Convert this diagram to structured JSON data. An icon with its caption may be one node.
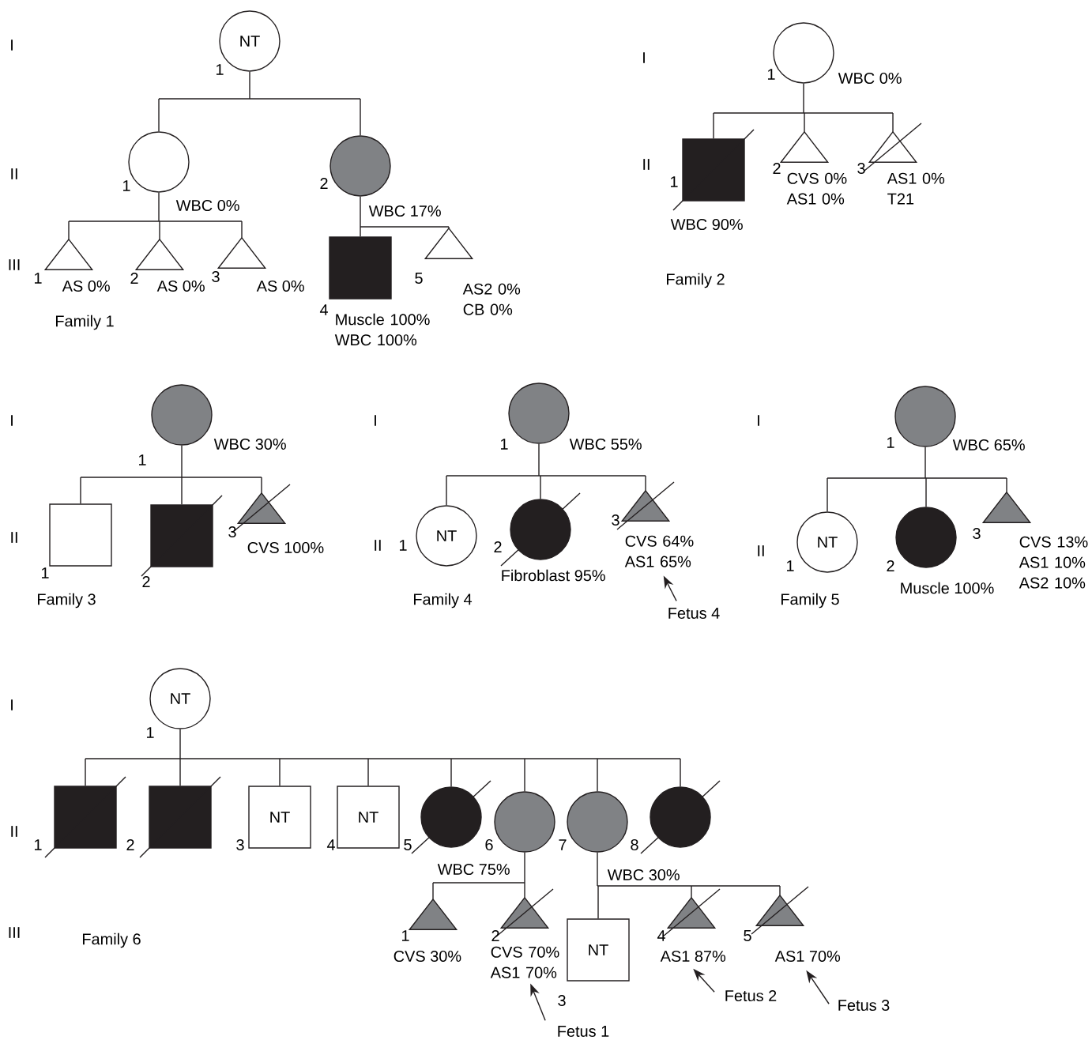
{
  "diagram": {
    "nodes": [
      {
        "text": [
          "NT"
        ],
        "beside": [
          "1"
        ]
      },
      {
        "text": [],
        "shape": "circle",
        "beside": [
          "1",
          "WBC 0%"
        ]
      },
      {
        "text": [],
        "shape": "circle",
        "beside": [
          "2",
          "WBC 17%"
        ]
      },
      {
        "text": [],
        "shape": "triangle",
        "beside": [
          "1",
          "AS 0%"
        ]
      },
      {
        "text": [],
        "shape": "triangle",
        "beside": [
          "2",
          "AS 0%"
        ]
      },
      {
        "text": [],
        "shape": "triangle",
        "beside": [
          "3",
          "AS 0%"
        ]
      },
      {
        "text": [],
        "shape": "box",
        "beside": [
          "4",
          "Muscle 100% WBC 100%"
        ]
      },
      {
        "text": [],
        "shape": "triangle",
        "beside": [
          "5",
          "AS2 0% CB 0%"
        ]
      },
      {
        "text": [],
        "shape": "circle",
        "beside": [
          "1",
          "WBC 0%"
        ]
      },
      {
        "text": [],
        "shape": "box",
        "beside": [
          "1",
          "WBC 90%"
        ]
      },
      {
        "text": [],
        "shape": "triangle",
        "beside": [
          "2",
          "CVS 0% AS1 0%"
        ]
      },
      {
        "text": [],
        "shape": "triangle",
        "beside": [
          "3",
          "AS1 0% T21"
        ]
      },
      {
        "text": [],
        "shape": "circle",
        "beside": [
          "WBC 30%",
          "1"
        ]
      },
      {
        "text": [],
        "shape": "box",
        "beside": [
          "1"
        ]
      },
      {
        "text": [],
        "shape": "box",
        "beside": [
          "2"
        ]
      },
      {
        "text": [],
        "shape": "triangle",
        "beside": [
          "3",
          "CVS 100%"
        ]
      },
      {
        "text": [],
        "shape": "circle",
        "beside": [
          "1",
          "WBC 55%"
        ]
      },
      {
        "text": [
          "NT"
        ],
        "beside": [
          "1"
        ]
      },
      {
        "text": [],
        "shape": "circle",
        "beside": [
          "2",
          "Fibroblast 95%"
        ]
      },
      {
        "text": [],
        "shape": "triangle",
        "beside": [
          "3",
          "CVS 64% AS1 65%"
        ]
      },
      {
        "text": [
          "Fetus 4"
        ]
      },
      {
        "text": [],
        "shape": "circle",
        "beside": [
          "1",
          "WBC 65%"
        ]
      },
      {
        "text": [
          "NT"
        ],
        "beside": [
          "1"
        ]
      },
      {
        "text": [],
        "shape": "circle",
        "beside": [
          "2",
          "Muscle 100%"
        ]
      },
      {
        "text": [],
        "shape": "triangle",
        "beside": [
          "3",
          "CVS 13% AS1 10% AS2 10%"
        ]
      },
      {
        "text": [
          "NT"
        ],
        "beside": [
          "1"
        ]
      },
      {
        "text": [],
        "shape": "box",
        "beside": [
          "1"
        ]
      },
      {
        "text": [],
        "shape": "box",
        "beside": [
          "2"
        ]
      },
      {
        "text": [
          "NT"
        ],
        "beside": [
          "3"
        ]
      },
      {
        "text": [
          "NT"
        ],
        "beside": [
          "4"
        ]
      },
      {
        "text": [],
        "shape": "circle",
        "beside": [
          "5"
        ]
      },
      {
        "text": [],
        "shape": "circle",
        "beside": [
          "6",
          "WBC 75%"
        ]
      },
      {
        "text": [],
        "shape": "circle",
        "beside": [
          "7",
          "WBC 30%"
        ]
      },
      {
        "text": [],
        "shape": "circle",
        "beside": [
          "8"
        ]
      },
      {
        "text": [],
        "shape": "triangle",
        "beside": [
          "1",
          "CVS 30%"
        ]
      },
      {
        "text": [],
        "shape": "triangle",
        "beside": [
          "2",
          "CVS 70% AS1 70%"
        ]
      },
      {
        "text": [
          "NT"
        ],
        "beside": [
          "3"
        ]
      },
      {
        "text": [],
        "shape": "triangle",
        "beside": [
          "4",
          "AS1 87%"
        ]
      },
      {
        "text": [],
        "shape": "triangle",
        "beside": [
          "5",
          "AS1 70%"
        ]
      },
      {
        "text": [
          "Fetus 1"
        ]
      },
      {
        "text": [
          "Fetus 2"
        ]
      },
      {
        "text": [
          "Fetus 3"
        ]
      }
    ],
    "edges": [
      {
        "from": 0,
        "to": 1,
        "arrow": "none"
      },
      {
        "from": 0,
        "to": 2,
        "arrow": "none"
      },
      {
        "from": 1,
        "to": 3,
        "arrow": "none"
      },
      {
        "from": 1,
        "to": 4,
        "arrow": "none"
      },
      {
        "from": 1,
        "to": 5,
        "arrow": "none"
      },
      {
        "from": 2,
        "to": 6,
        "arrow": "none"
      },
      {
        "from": 2,
        "to": 7,
        "arrow": "none"
      },
      {
        "from": 8,
        "to": 9,
        "arrow": "none"
      },
      {
        "from": 8,
        "to": 10,
        "arrow": "none"
      },
      {
        "from": 8,
        "to": 11,
        "arrow": "none"
      },
      {
        "from": 12,
        "to": 13,
        "arrow": "none"
      },
      {
        "from": 12,
        "to": 14,
        "arrow": "none"
      },
      {
        "from": 12,
        "to": 15,
        "arrow": "none"
      },
      {
        "from": 16,
        "to": 17,
        "arrow": "none"
      },
      {
        "from": 16,
        "to": 18,
        "arrow": "none"
      },
      {
        "from": 16,
        "to": 19,
        "arrow": "none"
      },
      {
        "from": 20,
        "to": 19,
        "arrow": "to"
      },
      {
        "from": 21,
        "to": 22,
        "arrow": "none"
      },
      {
        "from": 21,
        "to": 23,
        "arrow": "none"
      },
      {
        "from": 21,
        "to": 24,
        "arrow": "none"
      },
      {
        "from": 25,
        "to": 26,
        "arrow": "none"
      },
      {
        "from": 25,
        "to": 27,
        "arrow": "none"
      },
      {
        "from": 25,
        "to": 28,
        "arrow": "none"
      },
      {
        "from": 25,
        "to": 29,
        "arrow": "none"
      },
      {
        "from": 25,
        "to": 30,
        "arrow": "none"
      },
      {
        "from": 25,
        "to": 31,
        "arrow": "none"
      },
      {
        "from": 25,
        "to": 32,
        "arrow": "none"
      },
      {
        "from": 25,
        "to": 33,
        "arrow": "none"
      },
      {
        "from": 31,
        "to": 34,
        "arrow": "none"
      },
      {
        "from": 31,
        "to": 35,
        "arrow": "none"
      },
      {
        "from": 32,
        "to": 36,
        "arrow": "none"
      },
      {
        "from": 32,
        "to": 37,
        "arrow": "none"
      },
      {
        "from": 32,
        "to": 38,
        "arrow": "none"
      },
      {
        "from": 39,
        "to": 35,
        "arrow": "to"
      },
      {
        "from": 40,
        "to": 37,
        "arrow": "to"
      },
      {
        "from": 41,
        "to": 38,
        "arrow": "to"
      }
    ],
    "labels": [
      "I",
      "I",
      "II",
      "II",
      "III",
      "Family 2",
      "Family 1",
      "I",
      "I",
      "I",
      "II",
      "II",
      "II",
      "Family 3",
      "Family 4",
      "Family 5",
      "I",
      "II",
      "III",
      "Family 6"
    ]
  }
}
